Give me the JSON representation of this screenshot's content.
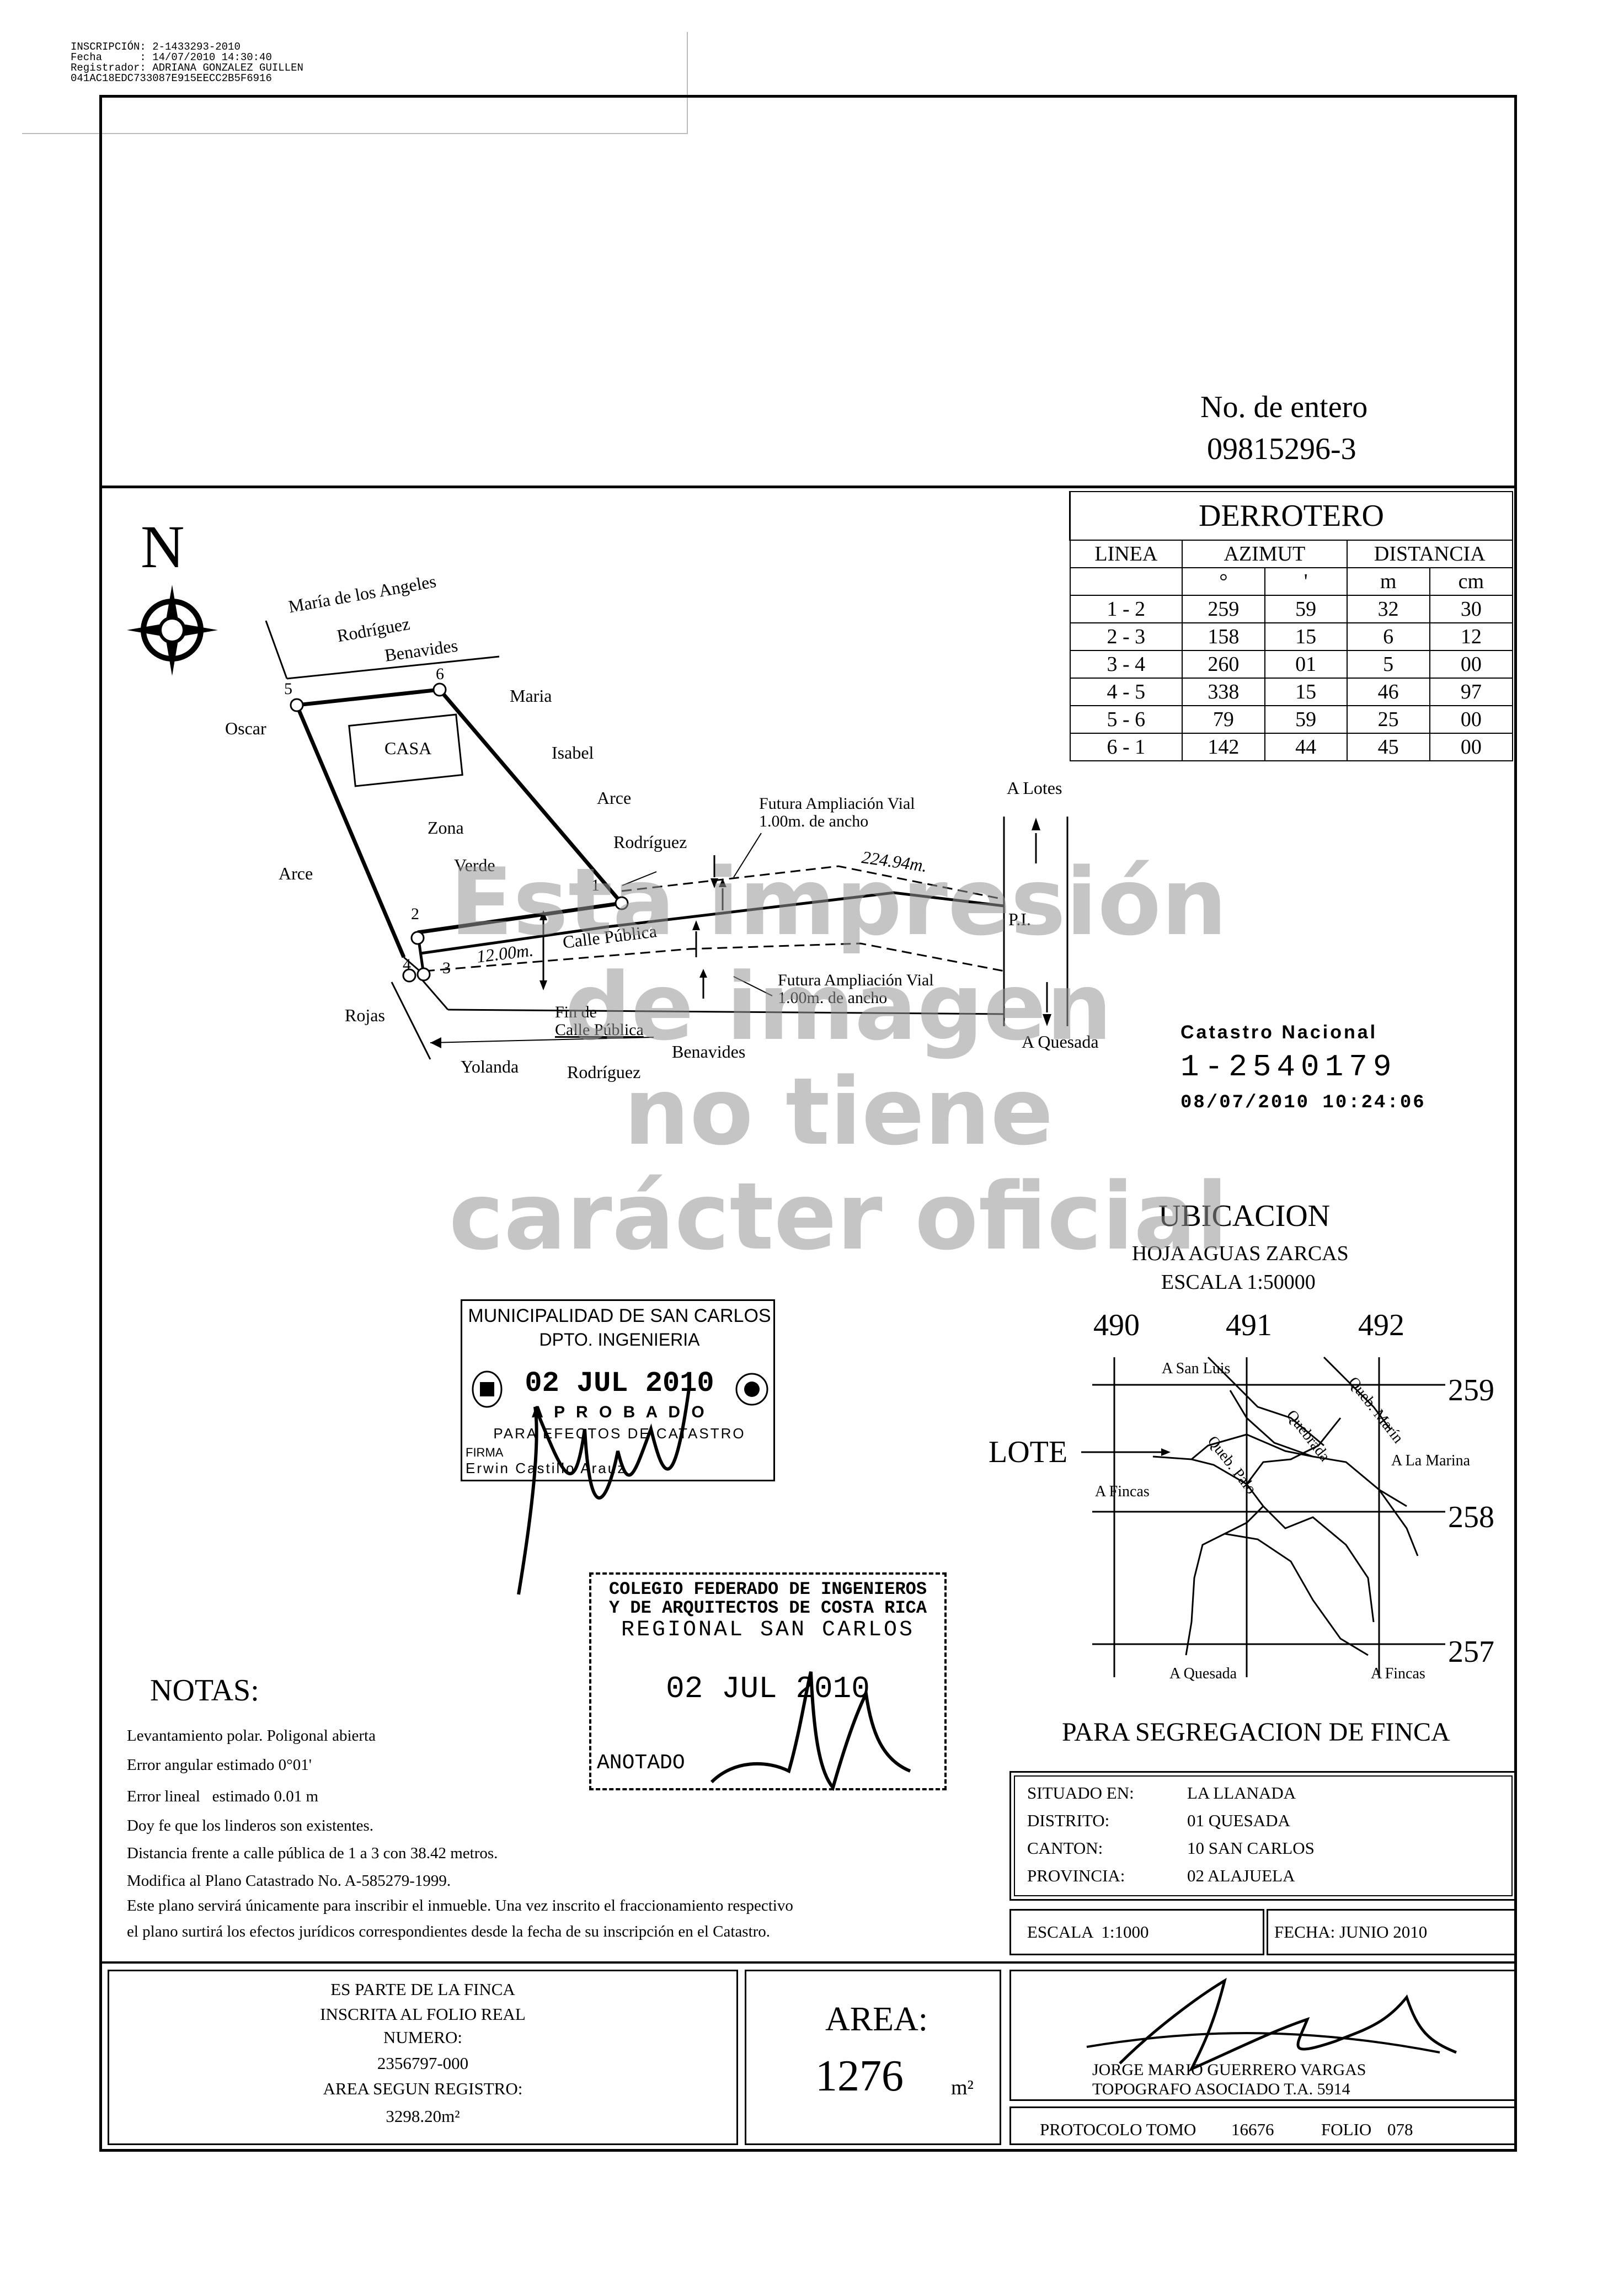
{
  "registration": {
    "line1": "INSCRIPCIÓN: 2-1433293-2010",
    "line2": "Fecha      : 14/07/2010 14:30:40",
    "line3": "Registrador: ADRIANA GONZALEZ GUILLEN",
    "line4": "041AC18EDC733087E915EECC2B5F6916"
  },
  "entry": {
    "label": "No. de entero",
    "number": "09815296-3"
  },
  "north": "N",
  "derrotero": {
    "title": "DERROTERO",
    "headers": {
      "linea": "LINEA",
      "azimut": "AZIMUT",
      "distancia": "DISTANCIA"
    },
    "subheaders": {
      "deg": "°",
      "min": "'",
      "m": "m",
      "cm": "cm"
    },
    "rows": [
      {
        "linea": "1 - 2",
        "deg": "259",
        "min": "59",
        "m": "32",
        "cm": "30"
      },
      {
        "linea": "2 - 3",
        "deg": "158",
        "min": "15",
        "m": "6",
        "cm": "12"
      },
      {
        "linea": "3 - 4",
        "deg": "260",
        "min": "01",
        "m": "5",
        "cm": "00"
      },
      {
        "linea": "4 - 5",
        "deg": "338",
        "min": "15",
        "m": "46",
        "cm": "97"
      },
      {
        "linea": "5 - 6",
        "deg": "79",
        "min": "59",
        "m": "25",
        "cm": "00"
      },
      {
        "linea": "6 - 1",
        "deg": "142",
        "min": "44",
        "m": "45",
        "cm": "00"
      }
    ]
  },
  "plan": {
    "neighbor_top_1": "María de los Angeles",
    "neighbor_top_2": "Rodríguez",
    "neighbor_top_3": "Benavides",
    "oscar": "Oscar",
    "arce_left": "Arce",
    "rojas": "Rojas",
    "casa": "CASA",
    "zona": "Zona",
    "verde": "Verde",
    "maria": "Maria",
    "isabel": "Isabel",
    "arce_right": "Arce",
    "rodriguez_right": "Rodríguez",
    "futura_top_1": "Futura Ampliación Vial",
    "futura_top_2": "1.00m. de ancho",
    "dist": "224.94m.",
    "pi": "P.I.",
    "a_lotes": "A Lotes",
    "a_quesada": "A Quesada",
    "calle": "Calle Pública",
    "width": "12.00m.",
    "futura_bot_1": "Futura Ampliación Vial",
    "futura_bot_2": "1.00m. de ancho",
    "fin_1": "Fin de",
    "fin_2": "Calle Pública",
    "yolanda": "Yolanda",
    "rodriguez_bottom": "Rodríguez",
    "benavides_bottom": "Benavides",
    "p1": "1",
    "p2": "2",
    "p3": "3",
    "p4": "4",
    "p5": "5",
    "p6": "6"
  },
  "catastro": {
    "label": "Catastro Nacional",
    "number": "1-2540179",
    "date": "08/07/2010 10:24:06"
  },
  "watermark": [
    "Esta impresión",
    "de imagen",
    "no tiene",
    "carácter oficial"
  ],
  "ubicacion": {
    "title": "UBICACION",
    "hoja": "HOJA AGUAS ZARCAS",
    "escala": "ESCALA 1:50000",
    "x_labels": [
      "490",
      "491",
      "492"
    ],
    "y_labels": [
      "259",
      "258",
      "257"
    ],
    "lote": "LOTE",
    "a_san_luis": "A San Luis",
    "queb_marin": "Queb. Marín",
    "quebrada": "Quebrada",
    "queb_palo": "Queb. Palo",
    "a_la_marina": "A La Marina",
    "a_fincas_left": "A Fincas",
    "a_quesada": "A Quesada",
    "a_fincas_bottom": "A Fincas"
  },
  "stamp_muni": {
    "line1": "MUNICIPALIDAD DE SAN CARLOS",
    "line2": "DPTO. INGENIERIA",
    "date": "02 JUL 2010",
    "line3": "A P R O B A D O",
    "line4": "PARA EFECTOS DE CATASTRO",
    "firma": "FIRMA",
    "name": "Erwin Castillo Arauz"
  },
  "stamp_colegio": {
    "line1": "COLEGIO FEDERADO DE INGENIEROS",
    "line2": "Y DE ARQUITECTOS DE COSTA RICA",
    "line3": "REGIONAL SAN CARLOS",
    "date": "02 JUL 2010",
    "anotado": "ANOTADO"
  },
  "notas": {
    "title": "NOTAS:",
    "lines": [
      "Levantamiento polar. Poligonal abierta",
      "Error angular estimado 0°01'",
      "Error lineal   estimado 0.01 m",
      "Doy fe que los linderos son existentes.",
      "Distancia frente a calle pública de 1 a 3 con 38.42 metros.",
      "Modifica al Plano Catastrado No. A-585279-1999.",
      "Este plano servirá únicamente para inscribir el inmueble. Una vez inscrito el fraccionamiento respectivo",
      "el plano surtirá los efectos jurídicos correspondientes desde la fecha de su inscripción en el Catastro."
    ]
  },
  "segregacion": "PARA SEGREGACION DE FINCA",
  "situado": {
    "labels": [
      "SITUADO EN:",
      "DISTRITO:",
      "CANTON:",
      "PROVINCIA:"
    ],
    "values": [
      "LA LLANADA",
      "01 QUESADA",
      "10 SAN CARLOS",
      "02 ALAJUELA"
    ]
  },
  "escala": "ESCALA  1:1000",
  "fecha": "FECHA: JUNIO 2010",
  "finca": {
    "l1": "ES PARTE DE LA FINCA",
    "l2": "INSCRITA AL FOLIO REAL",
    "l3": "NUMERO:",
    "l4": "2356797-000",
    "l5": "AREA SEGUN REGISTRO:",
    "l6": "3298.20m²"
  },
  "area": {
    "label": "AREA:",
    "value": "1276",
    "unit": "m²"
  },
  "topografo": {
    "name": "JORGE MARIO GUERRERO VARGAS",
    "title": "TOPOGRAFO ASOCIADO T.A. 5914"
  },
  "protocolo": {
    "label": "PROTOCOLO TOMO",
    "tomo": "16676",
    "folio_label": "FOLIO",
    "folio": "078"
  }
}
